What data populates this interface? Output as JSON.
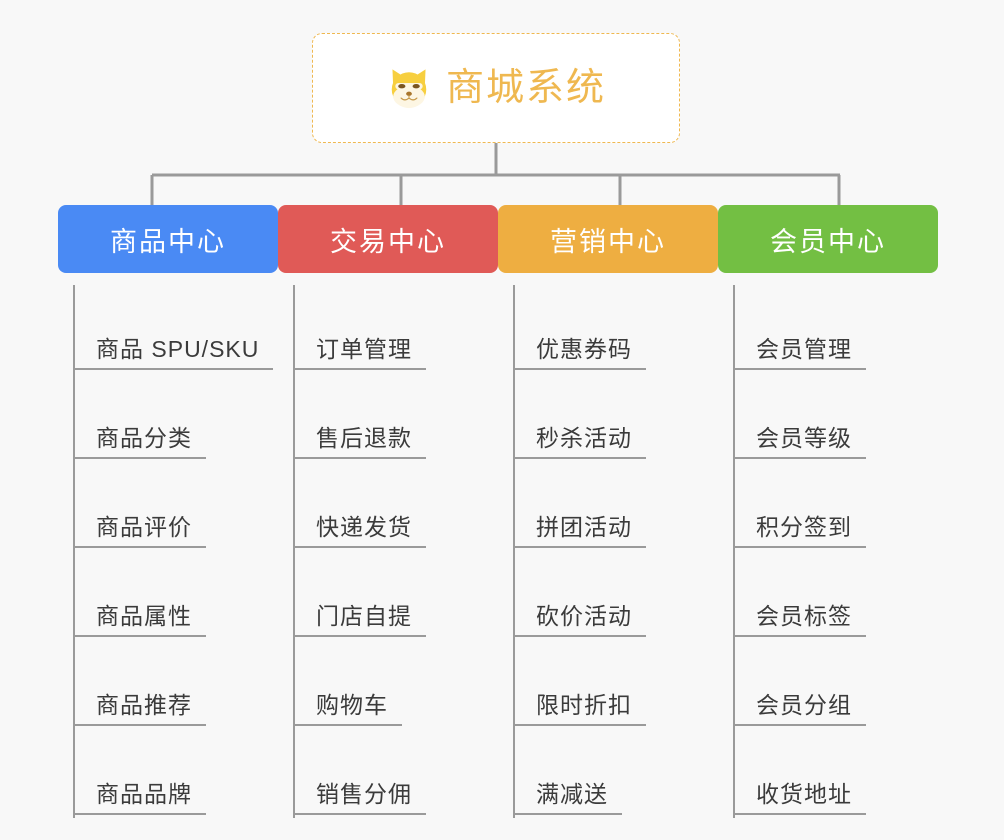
{
  "page": {
    "background_color": "#f8f8f8",
    "line_color": "#9a9a9a",
    "leaf_text_color": "#3b3b3b"
  },
  "root": {
    "title": "商城系统",
    "icon": "shiba-dog-icon",
    "accent_color": "#efb850",
    "border_style": "dashed",
    "background_color": "#ffffff"
  },
  "chart_data": {
    "type": "tree",
    "title": "商城系统",
    "root_label": "商城系统",
    "branch_count": 4,
    "leaves_per_branch": 6
  },
  "columns": [
    {
      "id": "product-center",
      "title": "商品中心",
      "color": "#4a8af4",
      "items": [
        {
          "label": "商品 SPU/SKU"
        },
        {
          "label": "商品分类"
        },
        {
          "label": "商品评价"
        },
        {
          "label": "商品属性"
        },
        {
          "label": "商品推荐"
        },
        {
          "label": "商品品牌"
        }
      ]
    },
    {
      "id": "trade-center",
      "title": "交易中心",
      "color": "#e05a57",
      "items": [
        {
          "label": "订单管理"
        },
        {
          "label": "售后退款"
        },
        {
          "label": "快递发货"
        },
        {
          "label": "门店自提"
        },
        {
          "label": "购物车"
        },
        {
          "label": "销售分佣"
        }
      ]
    },
    {
      "id": "marketing-center",
      "title": "营销中心",
      "color": "#eeae41",
      "items": [
        {
          "label": "优惠券码"
        },
        {
          "label": "秒杀活动"
        },
        {
          "label": "拼团活动"
        },
        {
          "label": "砍价活动"
        },
        {
          "label": "限时折扣"
        },
        {
          "label": "满减送"
        }
      ]
    },
    {
      "id": "member-center",
      "title": "会员中心",
      "color": "#73bf43",
      "items": [
        {
          "label": "会员管理"
        },
        {
          "label": "会员等级"
        },
        {
          "label": "积分签到"
        },
        {
          "label": "会员标签"
        },
        {
          "label": "会员分组"
        },
        {
          "label": "收货地址"
        }
      ]
    }
  ]
}
